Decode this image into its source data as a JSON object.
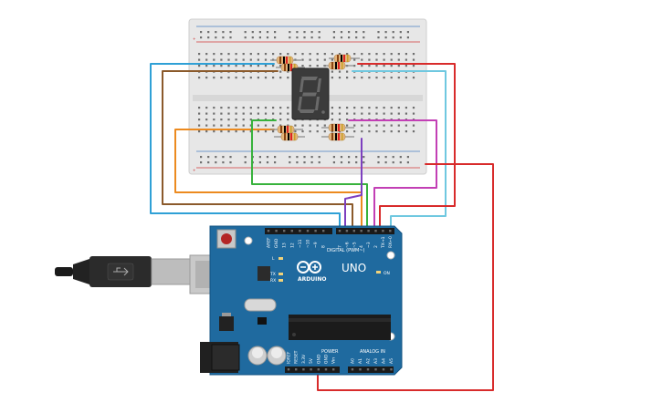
{
  "board": {
    "brand": "ARDUINO",
    "model": "UNO",
    "digital_label": "DIGITAL (PWM~)",
    "power_label": "POWER",
    "analog_label": "ANALOG IN",
    "on_label": "ON",
    "tx_label": "TX",
    "rx_label": "RX",
    "l_label": "L",
    "digital_pins": [
      "AREF",
      "GND",
      "13",
      "12",
      "~11",
      "~10",
      "~9",
      "8",
      "7",
      "~6",
      "~5",
      "4",
      "~3",
      "2",
      "TX→1",
      "RX←0"
    ],
    "power_pins": [
      "IOREF",
      "RESET",
      "3.3V",
      "5V",
      "GND",
      "GND",
      "Vin"
    ],
    "analog_pins": [
      "A0",
      "A1",
      "A2",
      "A3",
      "A4",
      "A5"
    ]
  },
  "display": {
    "digit": "8"
  },
  "colors": {
    "board": "#1f6a9f",
    "breadboard": "#e6e6e6",
    "wire_red": "#d82b2b",
    "wire_blue": "#2fa0d6",
    "wire_brown": "#8b5a2b",
    "wire_orange": "#ec8a1f",
    "wire_green": "#38b23c",
    "wire_purple": "#7d3fbf",
    "wire_magenta": "#c23fb5",
    "wire_cyan": "#6fc8e0"
  }
}
